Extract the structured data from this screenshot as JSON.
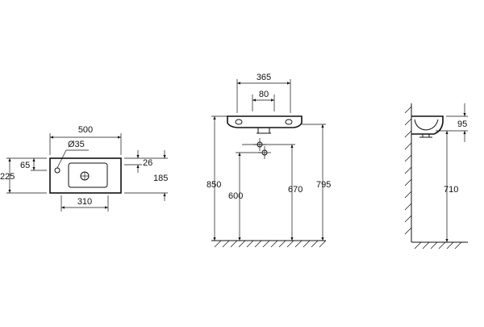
{
  "top_view": {
    "width": "500",
    "depth_left": "225",
    "offset_65": "65",
    "hole_dia": "Ø35",
    "offset_26": "26",
    "depth_right": "185",
    "bowl_width": "310"
  },
  "front_view": {
    "width": "365",
    "inner": "80",
    "h850": "850",
    "h600": "600",
    "h670": "670",
    "h795": "795"
  },
  "side_view": {
    "h95": "95",
    "h710": "710"
  }
}
